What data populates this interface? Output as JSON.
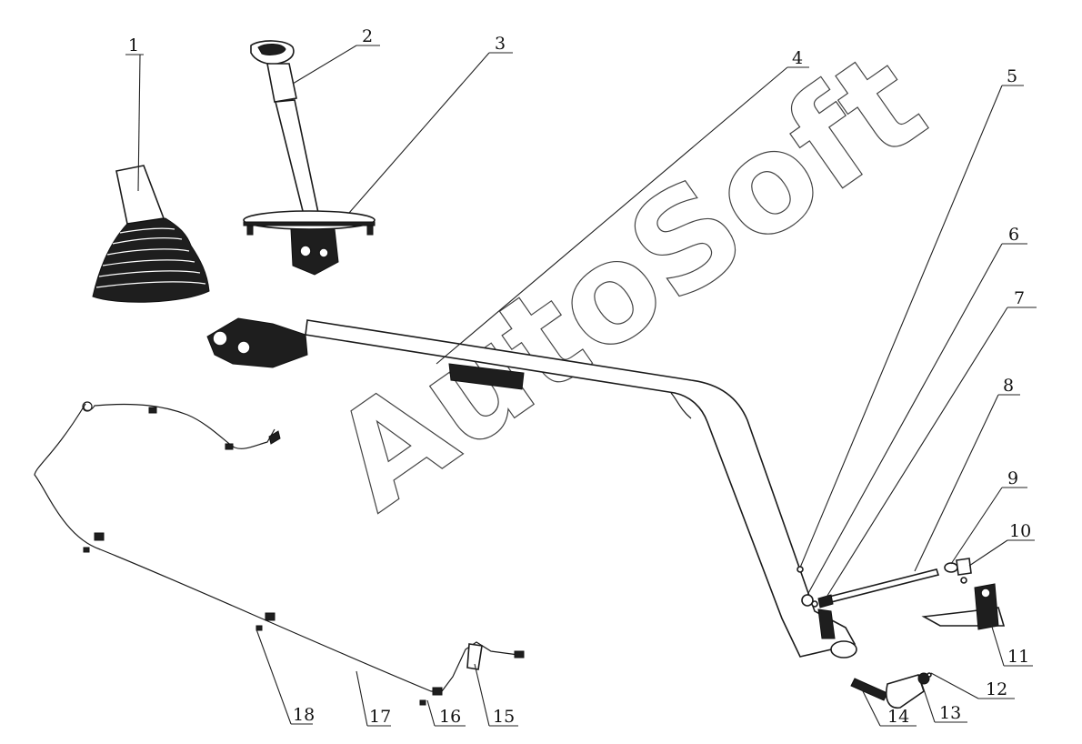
{
  "watermark": "AutoSoft",
  "part_numbers": {
    "p1": "1",
    "p2": "2",
    "p3": "3",
    "p4": "4",
    "p5": "5",
    "p6": "6",
    "p7": "7",
    "p8": "8",
    "p9": "9",
    "p10": "10",
    "p11": "11",
    "p12": "12",
    "p13": "13",
    "p14": "14",
    "p15": "15",
    "p16": "16",
    "p17": "17",
    "p18": "18"
  }
}
